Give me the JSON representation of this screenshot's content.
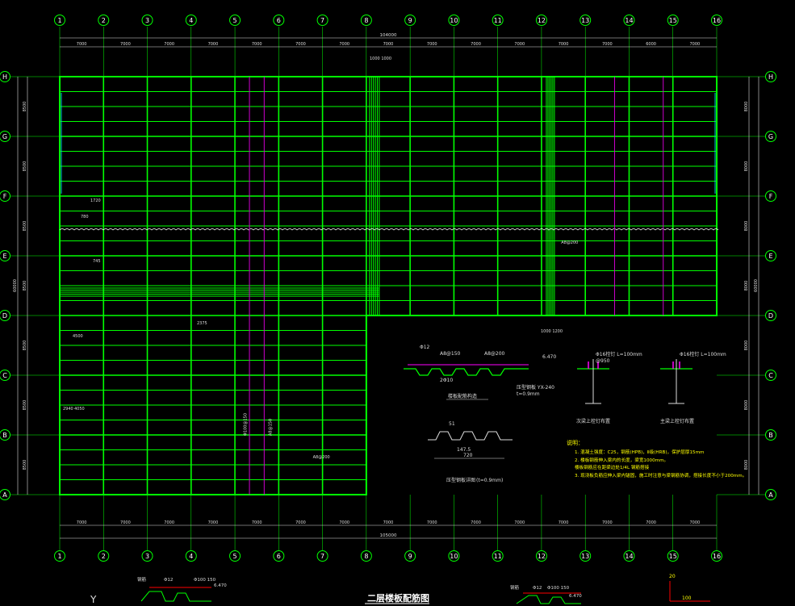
{
  "colors": {
    "background": "#000000",
    "beam": "#00ff00",
    "axis": "#00ff00",
    "dimension": "#dddddd",
    "accent_magenta": "#cc00cc",
    "accent_cyan": "#00cccc",
    "note_yellow": "#ffff00",
    "title_white": "#ffffff"
  },
  "axes": {
    "vertical_labels": [
      "1",
      "2",
      "3",
      "4",
      "5",
      "6",
      "7",
      "8",
      "9",
      "10",
      "11",
      "12",
      "13",
      "14",
      "15",
      "16"
    ],
    "horizontal_labels": [
      "H",
      "G",
      "F",
      "E",
      "D",
      "C",
      "B",
      "A"
    ]
  },
  "dimensions": {
    "top_overall": "104000",
    "bottom_overall": "105000",
    "top_spans": [
      "7000",
      "7000",
      "7000",
      "7000",
      "7000",
      "7000",
      "7000",
      "7000",
      "7000",
      "7000",
      "7000",
      "7000",
      "7000",
      "6000",
      "7000"
    ],
    "bottom_spans": [
      "7000",
      "7000",
      "7000",
      "7000",
      "7000",
      "7000",
      "7000",
      "7000",
      "7000",
      "7000",
      "7000",
      "7000",
      "7000",
      "7000",
      "7000"
    ],
    "right_spans": [
      "8000",
      "8000",
      "8000",
      "8000",
      "8000",
      "8000",
      "8000"
    ],
    "left_spans": [
      "8500",
      "8500",
      "8500",
      "8500",
      "8500",
      "8500",
      "8500"
    ],
    "left_overall": "60000",
    "right_overall": "60000",
    "bay_spacing": "2375",
    "offset_top": "1000  1000",
    "offset_bottom": "1000  1200",
    "misc_labels": [
      "1720",
      "780",
      "4500",
      "2940",
      "4050",
      "745",
      "2375"
    ]
  },
  "annotations": {
    "rebar_a": "A8@200",
    "rebar_b": "A8@200",
    "rebar_c": "A8@150",
    "note_2": "2Φ10",
    "note_3": "Φ100@150",
    "callout_a": "Φ12"
  },
  "detail_labels": {
    "section_1": "楼板配筋构造",
    "section_2": "压型钢板详图",
    "section_2_suffix": "(t=0.9mm)",
    "joint_1": "次梁上栓钉布置",
    "joint_2": "主梁上栓钉布置",
    "dim_720": "720",
    "dim_147": "147.5",
    "dim_51": "51",
    "elevation": "6.470",
    "deck_spec": "压型钢板 YX-240",
    "deck_t": "t=0.9mm",
    "stud_1": "Φ16栓钉 L=100mm",
    "stud_2": "Φ16栓钉 L=100mm",
    "stud_spacing": "@950"
  },
  "notes": {
    "heading": "说明：",
    "lines": [
      "1. 混凝土强度：C25，钢筋(HPB)，Ⅱ级(HRB)，保护层厚15mm",
      "2. 楼板钢筋伸入梁内的长度，梁宽1000mm。",
      "   楼板钢筋应在距梁边处1/4L    钢筋搭接",
      "3. 现浇板负筋应伸入梁内锚固，施工时注意与梁钢筋协调，搭接长度不小于200mm。"
    ]
  },
  "drawing_title": "二层楼板配筋图",
  "bottom_labels": {
    "left_y": "Y",
    "left_small": "钢筋",
    "left_phi": "Φ12",
    "left_spacing": "Φ100 150",
    "left_elev": "6.470",
    "mid_small": "钢筋",
    "mid_phi": "Φ12",
    "mid_spacing": "Φ100 150",
    "mid_elev": "6.470",
    "right_num": "20",
    "right_small": "100"
  }
}
